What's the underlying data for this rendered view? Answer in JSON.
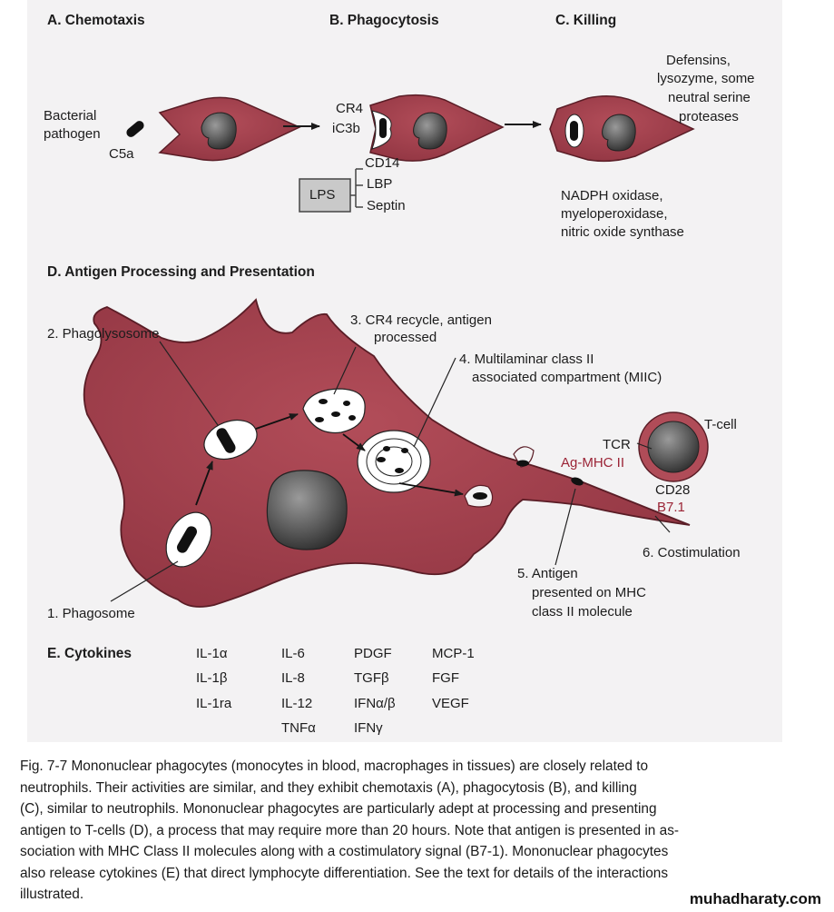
{
  "sections": {
    "chemotaxis": "A. Chemotaxis",
    "phagocytosis": "B. Phagocytosis",
    "killing": "C. Killing",
    "antigen_processing": "D. Antigen Processing and Presentation",
    "cytokines": "E. Cytokines"
  },
  "panel_a": {
    "pathogen_line1": "Bacterial",
    "pathogen_line2": "pathogen",
    "c5a": "C5a"
  },
  "panel_b": {
    "cr4": "CR4",
    "ic3b": "iC3b",
    "cd14": "CD14",
    "lps": "LPS",
    "lbp": "LBP",
    "septin": "Septin"
  },
  "panel_c": {
    "top": [
      "Defensins,",
      "lysozyme, some",
      "neutral serine",
      "proteases"
    ],
    "bottom": [
      "NADPH oxidase,",
      "myeloperoxidase,",
      "nitric oxide synthase"
    ]
  },
  "panel_d": {
    "phagolysosome": "2. Phagolysosome",
    "cr4_recycle": [
      "3. CR4 recycle, antigen",
      "processed"
    ],
    "miic": [
      "4. Multilaminar class II",
      "associated compartment (MIIC)"
    ],
    "tcell": "T-cell",
    "tcr": "TCR",
    "ag_mhc": "Ag-MHC II",
    "cd28": "CD28",
    "b71": "B7.1",
    "costimulation": "6. Costimulation",
    "antigen_presented": [
      "5. Antigen",
      "presented on MHC",
      "class II molecule"
    ],
    "phagosome": "1. Phagosome"
  },
  "cytokines": [
    [
      "IL-1α",
      "IL-1β",
      "IL-1ra"
    ],
    [
      "IL-6",
      "IL-8",
      "IL-12",
      "TNFα"
    ],
    [
      "PDGF",
      "TGFβ",
      "IFNα/β",
      "IFNγ"
    ],
    [
      "MCP-1",
      "FGF",
      "VEGF"
    ]
  ],
  "caption": [
    "Fig. 7-7    Mononuclear phagocytes (monocytes in blood, macrophages in tissues) are closely related to",
    "neutrophils. Their activities are similar, and they exhibit chemotaxis (A), phagocytosis (B), and killing",
    "(C), similar to neutrophils. Mononuclear phagocytes are particularly adept at processing and presenting",
    "antigen to T-cells (D), a process that may require more than 20 hours. Note that antigen is presented in as-",
    "sociation with MHC Class II molecules along with a costimulatory signal (B7-1). Mononuclear phagocytes",
    "also release cytokines (E) that direct lymphocyte differentiation. See the text for details of the interactions",
    "illustrated."
  ],
  "watermark": "muhadharaty.com",
  "colors": {
    "cell": "#a3424d",
    "cell_edge": "#5a1d26",
    "nucleus": "#5b5b5b",
    "panel": "#f3f2f3",
    "red_label": "#9b2436"
  }
}
